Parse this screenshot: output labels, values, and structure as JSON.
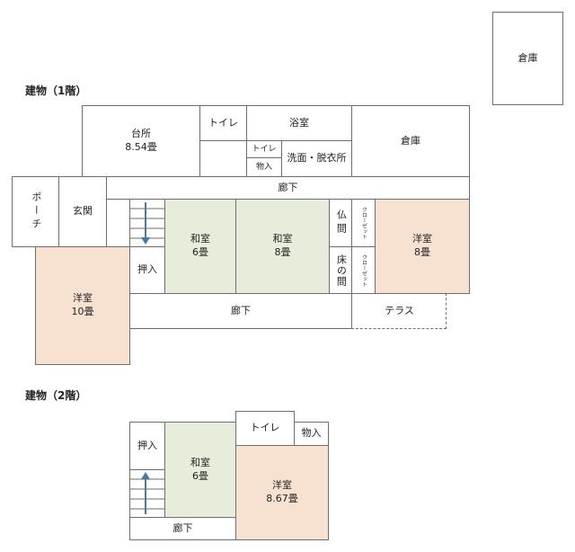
{
  "floor1": {
    "heading": "建物（1階）",
    "storehouse_detached": "倉庫",
    "kitchen": {
      "name": "台所",
      "size": "8.54畳"
    },
    "toilet": "トイレ",
    "bathroom": "浴室",
    "storehouse": "倉庫",
    "toilet_small": "トイレ",
    "storage_small": "物入",
    "washroom": "洗面・脱衣所",
    "corridor_top": "廊下",
    "porch": "ポーチ",
    "entrance": "玄関",
    "japanese_room_6": {
      "name": "和室",
      "size": "6畳"
    },
    "japanese_room_8": {
      "name": "和室",
      "size": "8畳"
    },
    "butsuma": "仏間",
    "tokonoma": "床の間",
    "closet_upper": "クローゼット",
    "closet_lower": "クローゼット",
    "western_room_8": {
      "name": "洋室",
      "size": "8畳"
    },
    "closet_oshiire": "押入",
    "western_room_10": {
      "name": "洋室",
      "size": "10畳"
    },
    "corridor_bottom": "廊下",
    "terrace": "テラス"
  },
  "floor2": {
    "heading": "建物（2階）",
    "closet_oshiire": "押入",
    "japanese_room_6": {
      "name": "和室",
      "size": "6畳"
    },
    "toilet": "トイレ",
    "storage": "物入",
    "western_room": {
      "name": "洋室",
      "size": "8.67畳"
    },
    "corridor": "廊下"
  },
  "colors": {
    "japanese_room_fill": "#e6eedb",
    "western_room_fill": "#f7e1d1",
    "arrow": "#4a78a8"
  }
}
